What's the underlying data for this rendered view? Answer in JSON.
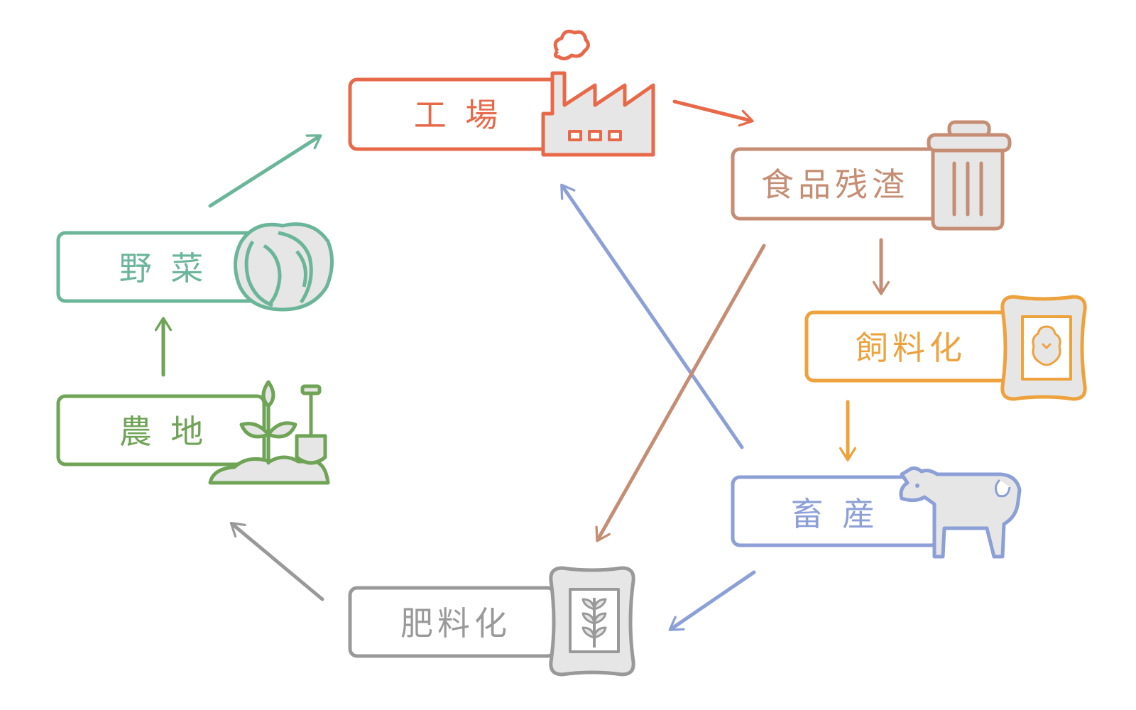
{
  "colors": {
    "factory": "#E8694A",
    "residue": "#C58D73",
    "feed": "#EDA23E",
    "livestock": "#8C9FD6",
    "fertilizer": "#999999",
    "farmland": "#6FA356",
    "vegetables": "#6BB59A",
    "icon_fill": "#E6E6E6"
  },
  "nodes": {
    "factory": {
      "label": "工 場",
      "icon": "factory-icon"
    },
    "residue": {
      "label": "食品残渣",
      "icon": "trash-can-icon"
    },
    "feed": {
      "label": "飼料化",
      "icon": "feed-bag-icon"
    },
    "livestock": {
      "label": "畜 産",
      "icon": "cow-icon"
    },
    "fertilizer": {
      "label": "肥料化",
      "icon": "fertilizer-bag-icon"
    },
    "farmland": {
      "label": "農 地",
      "icon": "sprout-shovel-icon"
    },
    "vegetables": {
      "label": "野 菜",
      "icon": "cabbage-icon"
    }
  },
  "edges": [
    {
      "from": "factory",
      "to": "residue"
    },
    {
      "from": "residue",
      "to": "feed"
    },
    {
      "from": "feed",
      "to": "livestock"
    },
    {
      "from": "livestock",
      "to": "factory"
    },
    {
      "from": "residue",
      "to": "fertilizer"
    },
    {
      "from": "livestock",
      "to": "fertilizer"
    },
    {
      "from": "fertilizer",
      "to": "farmland"
    },
    {
      "from": "farmland",
      "to": "vegetables"
    },
    {
      "from": "vegetables",
      "to": "factory"
    }
  ]
}
